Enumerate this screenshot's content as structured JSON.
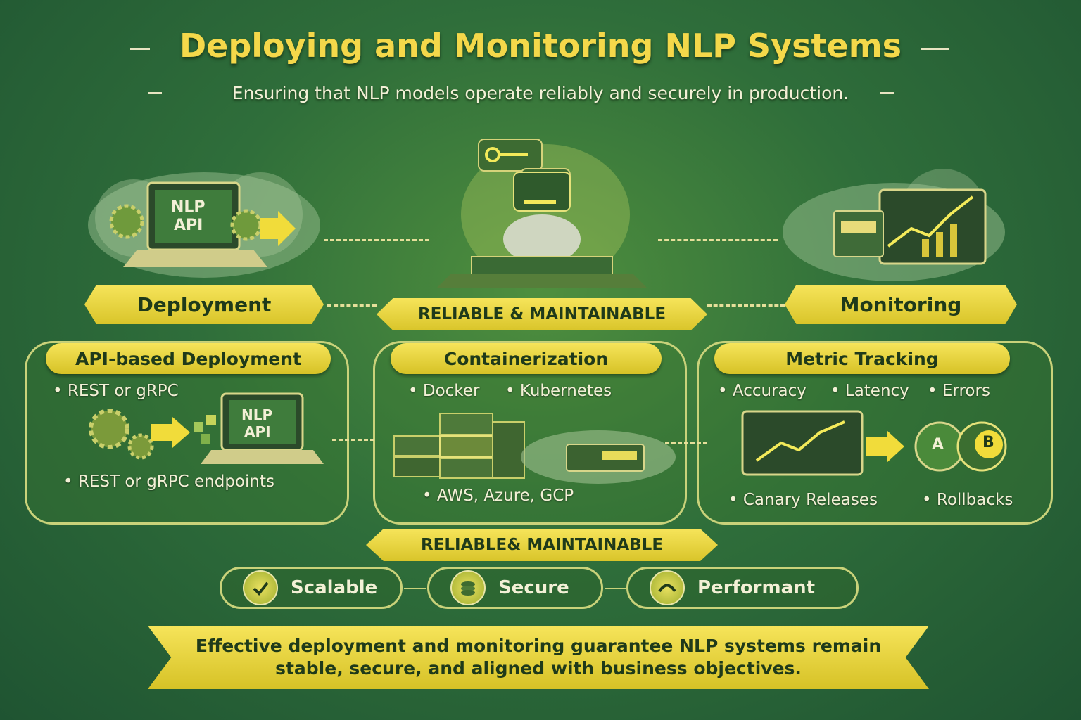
{
  "header": {
    "title": "Deploying and Monitoring NLP Systems",
    "subtitle": "Ensuring that NLP models operate reliably and securely in production."
  },
  "stages": {
    "deployment": "Deployment",
    "center": "RELIABLE & MAINTAINABLE",
    "monitoring": "Monitoring"
  },
  "illustrations": {
    "laptop_label_1": "NLP",
    "laptop_label_2": "API",
    "panel_laptop_1": "NLP",
    "panel_laptop_2": "API",
    "ab_a": "A",
    "ab_b": "B"
  },
  "panels": {
    "api": {
      "title": "API-based Deployment",
      "bullet_top": "• REST or gRPC",
      "bullet_bottom": "• REST or gRPC endpoints"
    },
    "containers": {
      "title": "Containerization",
      "bullet_1": "• Docker",
      "bullet_2": "• Kubernetes",
      "bullet_bottom": "• AWS, Azure, GCP"
    },
    "metrics": {
      "title": "Metric Tracking",
      "bullet_1": "• Accuracy",
      "bullet_2": "• Latency",
      "bullet_3": "• Errors",
      "bullet_4": "• Canary Releases",
      "bullet_5": "• Rollbacks"
    }
  },
  "lower_banner": "RELIABLE& MAINTAINABLE",
  "features": [
    {
      "label": "Scalable",
      "icon": "check-icon"
    },
    {
      "label": "Secure",
      "icon": "stack-icon"
    },
    {
      "label": "Performant",
      "icon": "speed-icon"
    }
  ],
  "closing": {
    "line1": "Effective deployment and monitoring guarantee NLP systems remain",
    "line2": "stable, secure, and aligned with business objectives."
  },
  "colors": {
    "accent_yellow": "#f4d84a",
    "banner_yellow": "#f6e45a",
    "background_green": "#2f6e3a",
    "dark_text": "#1f3a1a"
  }
}
